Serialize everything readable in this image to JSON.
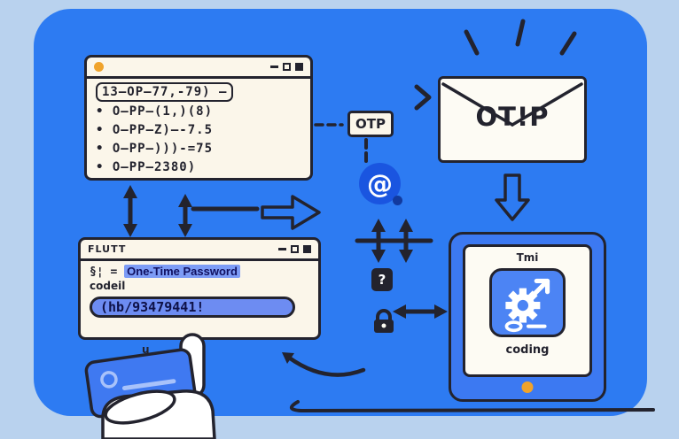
{
  "colors": {
    "page_bg": "#b9d2ee",
    "panel_bg": "#2d7bf2",
    "ink": "#23232e",
    "window_bg": "#fbf6ea",
    "orange": "#f0a32b",
    "highlight": "#7d9cf6",
    "input_bg": "#6d8cf2",
    "at_circle": "#1a55e0",
    "card_blue": "#3f79f1",
    "app_icon_blue": "#4c84f4"
  },
  "code_window": {
    "lines": [
      "13—OP—77,-79) —",
      "• O—PP—(1,)(8)",
      "• O—PP—Z)—-7.5",
      "• O—PP—)))-=75",
      "• O—PP—2380)"
    ]
  },
  "otp_box": {
    "label": "OTP"
  },
  "at_badge": {
    "symbol": "@"
  },
  "envelope": {
    "label": "OT!P"
  },
  "question_badge": {
    "label": "?"
  },
  "flutter_window": {
    "title": "FLUTT",
    "line_prefix": "§¦ = ",
    "line_highlight": "One-Time Password",
    "line_suffix": "codeil",
    "input_value": "(hb/93479441!"
  },
  "stray_glyph": "u",
  "tablet": {
    "title": "Tmi",
    "caption": "coding"
  }
}
